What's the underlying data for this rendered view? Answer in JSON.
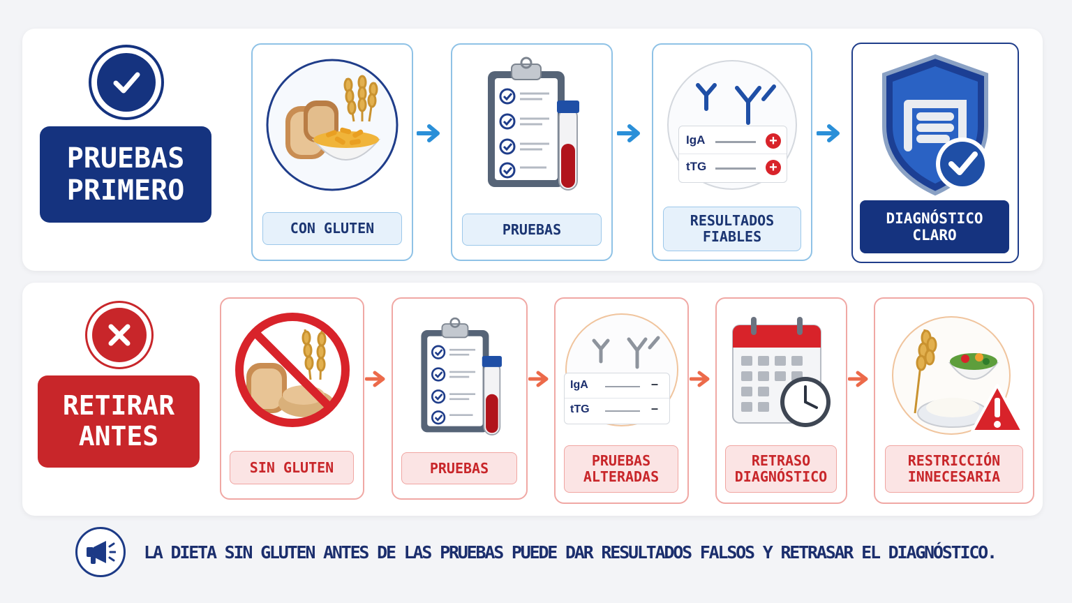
{
  "good_flow": {
    "label_line1": "PRUEBAS",
    "label_line2": "PRIMERO",
    "icon": "check-circle-icon",
    "steps": [
      {
        "caption": [
          "CON GLUTEN"
        ],
        "icon": "bread-pasta-wheat-icon"
      },
      {
        "caption": [
          "PRUEBAS"
        ],
        "icon": "clipboard-blood-test-icon"
      },
      {
        "caption": [
          "RESULTADOS",
          "FIABLES"
        ],
        "icon": "antibodies-results-icon",
        "tests": [
          {
            "name": "IgA",
            "result": "+"
          },
          {
            "name": "tTG",
            "result": "+"
          }
        ]
      },
      {
        "caption": [
          "DIAGNÓSTICO",
          "CLARO"
        ],
        "icon": "shield-intestine-check-icon"
      }
    ]
  },
  "bad_flow": {
    "label_line1": "RETIRAR",
    "label_line2": "ANTES",
    "icon": "x-circle-icon",
    "steps": [
      {
        "caption": [
          "SIN GLUTEN"
        ],
        "icon": "no-gluten-prohibited-icon"
      },
      {
        "caption": [
          "PRUEBAS"
        ],
        "icon": "clipboard-blood-test-icon"
      },
      {
        "caption": [
          "PRUEBAS",
          "ALTERADAS"
        ],
        "icon": "antibodies-results-icon",
        "tests": [
          {
            "name": "IgA",
            "result": "–"
          },
          {
            "name": "tTG",
            "result": "–"
          }
        ]
      },
      {
        "caption": [
          "RETRASO",
          "DIAGNÓSTICO"
        ],
        "icon": "calendar-clock-icon"
      },
      {
        "caption": [
          "RESTRICCIÓN",
          "INNECESARIA"
        ],
        "icon": "food-warning-icon"
      }
    ]
  },
  "footer": {
    "text": "LA DIETA SIN GLUTEN ANTES DE LAS PRUEBAS PUEDE DAR RESULTADOS FALSOS Y RETRASAR EL DIAGNÓSTICO.",
    "icon": "megaphone-icon"
  },
  "colors": {
    "navy": "#15337f",
    "red": "#c8262a",
    "light_blue": "#e6f1fb",
    "light_red": "#fbe4e4"
  }
}
